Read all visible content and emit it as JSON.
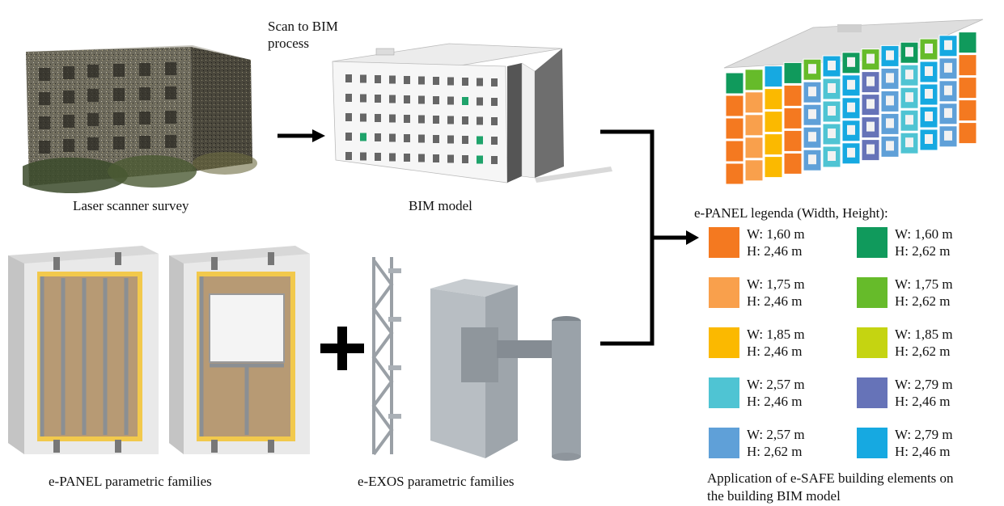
{
  "labels": {
    "scan_process": "Scan to BIM\nprocess",
    "laser": "Laser scanner survey",
    "bim": "BIM model",
    "panel_families": "e-PANEL parametric families",
    "exos_families": "e-EXOS parametric families",
    "legend_title": "e-PANEL legenda (Width, Height):",
    "application_line1": "Application of e-SAFE building elements on",
    "application_line2": "the building BIM model"
  },
  "legend": [
    {
      "w": "W: 1,60 m",
      "h": "H: 2,46 m",
      "color": "#f47920"
    },
    {
      "w": "W: 1,60 m",
      "h": "H: 2,62 m",
      "color": "#109a5c"
    },
    {
      "w": "W: 1,75 m",
      "h": "H: 2,46 m",
      "color": "#f9a04c"
    },
    {
      "w": "W: 1,75 m",
      "h": "H: 2,62 m",
      "color": "#66bb2a"
    },
    {
      "w": "W: 1,85 m",
      "h": "H: 2,46 m",
      "color": "#fbb900"
    },
    {
      "w": "W: 1,85 m",
      "h": "H: 2,62 m",
      "color": "#c5d411"
    },
    {
      "w": "W: 2,57 m",
      "h": "H: 2,46 m",
      "color": "#4fc4d3"
    },
    {
      "w": "W: 2,79 m",
      "h": "H: 2,46 m",
      "color": "#6673b8"
    },
    {
      "w": "W: 2,57 m",
      "h": "H: 2,62 m",
      "color": "#5fa0d8"
    },
    {
      "w": "W: 2,79 m",
      "h": "H: 2,46 m",
      "color": "#16a9e1"
    }
  ]
}
